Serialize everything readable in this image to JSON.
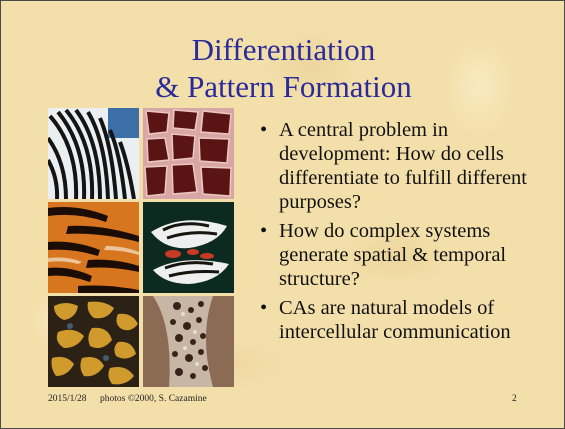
{
  "title": {
    "line1": "Differentiation",
    "line2": "& Pattern Formation"
  },
  "colors": {
    "title": "#2b2a9a",
    "background": "#f3dfaa",
    "text": "#111111"
  },
  "photos": [
    {
      "icon": "zebra-stripes-photo"
    },
    {
      "icon": "giraffe-pattern-photo"
    },
    {
      "icon": "tiger-stripes-photo"
    },
    {
      "icon": "fish-pattern-photo"
    },
    {
      "icon": "tortoise-shell-photo"
    },
    {
      "icon": "lizard-skin-photo"
    }
  ],
  "bullets": [
    {
      "marker": "•",
      "text": "A central problem in development: How do cells differentiate to fulfill different purposes?"
    },
    {
      "marker": "•",
      "text": "How do complex systems generate spatial & temporal structure?"
    },
    {
      "marker": "•",
      "text": "CAs are natural models of intercellular communication"
    }
  ],
  "footer": {
    "date": "2015/1/28",
    "credit": "photos ©2000, S. Cazamine",
    "page": "2"
  }
}
